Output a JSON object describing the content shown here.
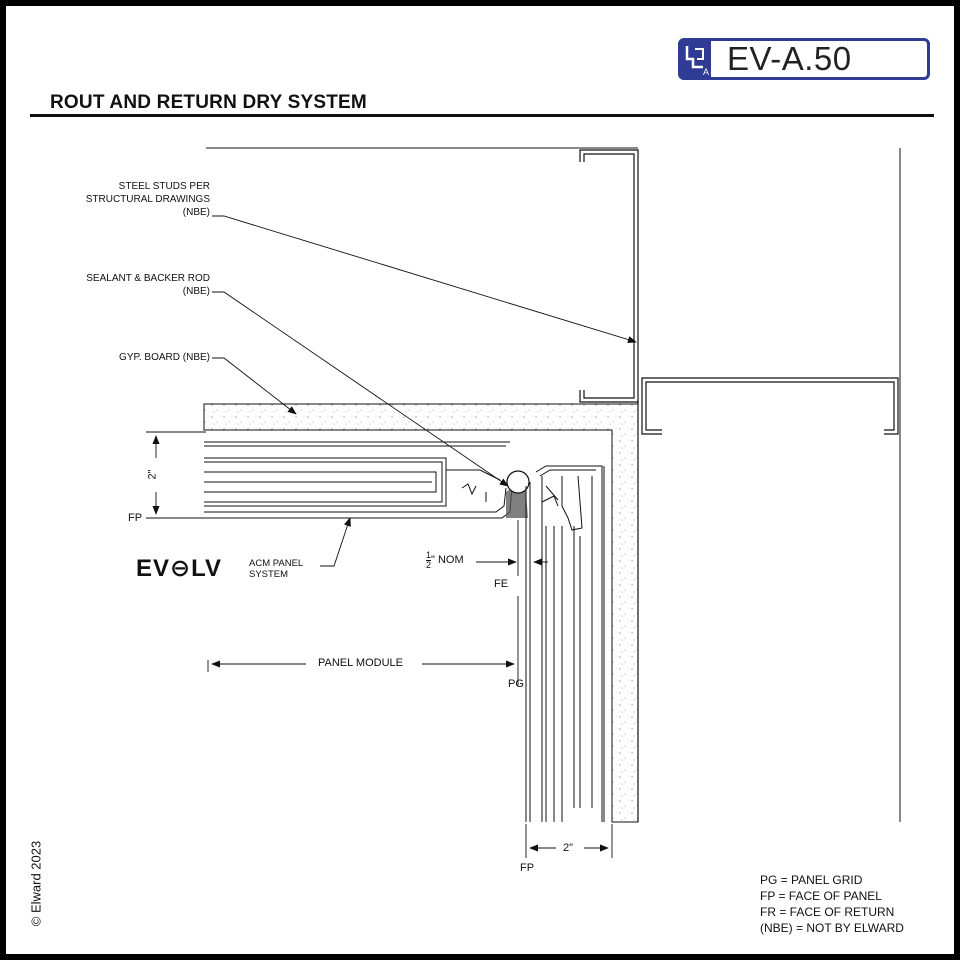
{
  "sheet": {
    "badge_code": "EV-A.50",
    "badge_icon_letter": "A",
    "title": "ROUT AND RETURN DRY SYSTEM",
    "copyright": "© Elward 2023"
  },
  "callouts": {
    "steel_studs": [
      "STEEL STUDS PER",
      "STRUCTURAL DRAWINGS",
      "(NBE)"
    ],
    "sealant": [
      "SEALANT & BACKER ROD",
      "(NBE)"
    ],
    "gyp_board": "GYP. BOARD (NBE)"
  },
  "dimensions": {
    "vertical_2in": "2\"",
    "fp_left": "FP",
    "half_nom_num": "1",
    "half_nom_den": "2",
    "half_nom_suffix": "\" NOM",
    "fe": "FE",
    "panel_module": "PANEL MODULE",
    "pg": "PG",
    "bottom_2in": "2\"",
    "fp_bottom": "FP"
  },
  "product": {
    "logo": "EV⊖LV",
    "line1": "ACM PANEL",
    "line2": "SYSTEM"
  },
  "legend": [
    "PG = PANEL GRID",
    "FP = FACE OF PANEL",
    "FR = FACE OF RETURN",
    "(NBE) = NOT BY ELWARD"
  ],
  "colors": {
    "badge_blue": "#2f3b94",
    "ink": "#111111"
  }
}
